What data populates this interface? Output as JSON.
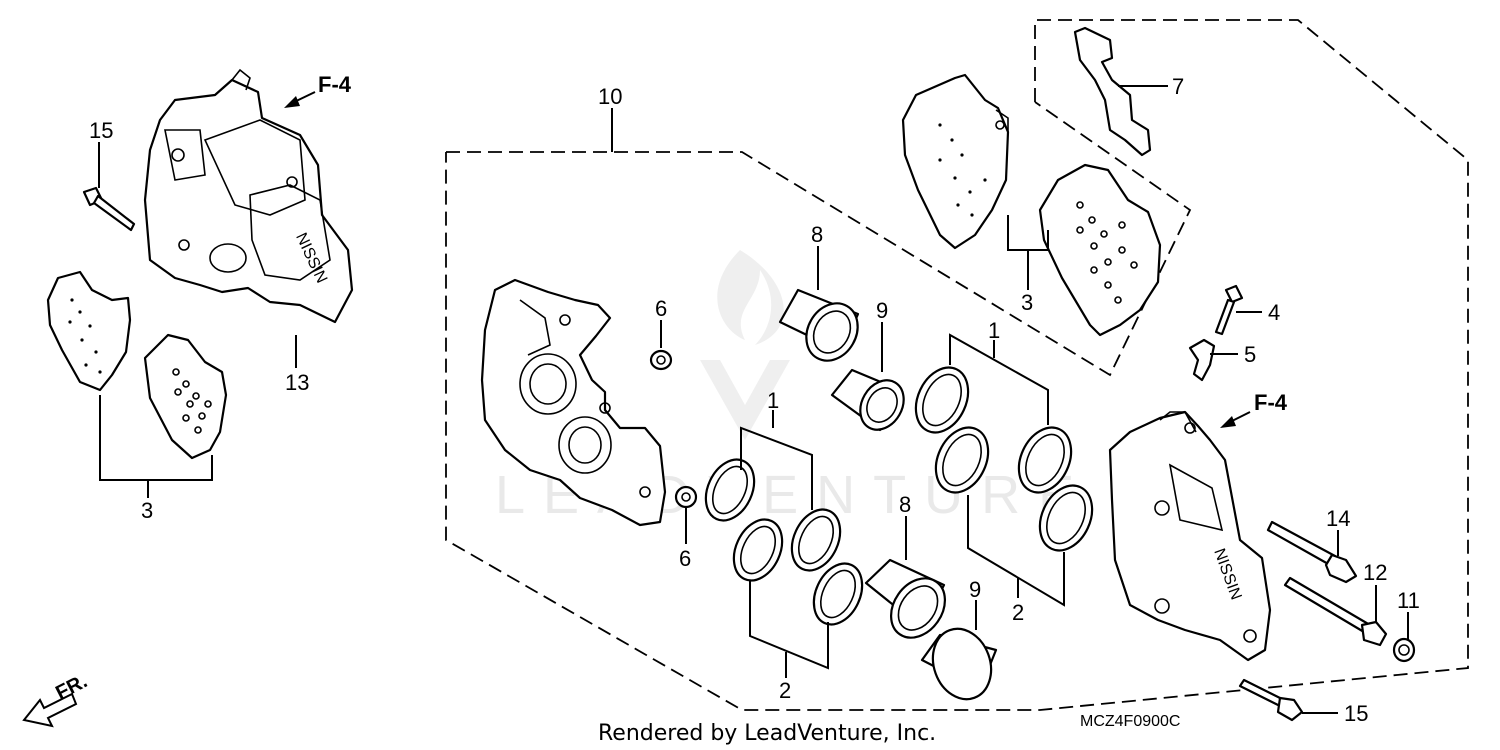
{
  "diagram": {
    "callouts": {
      "n1a": "1",
      "n1b": "1",
      "n2a": "2",
      "n2b": "2",
      "n3a": "3",
      "n3b": "3",
      "n4": "4",
      "n5": "5",
      "n6a": "6",
      "n6b": "6",
      "n7": "7",
      "n8a": "8",
      "n8b": "8",
      "n9a": "9",
      "n9b": "9",
      "n10": "10",
      "n11": "11",
      "n12": "12",
      "n13": "13",
      "n14": "14",
      "n15a": "15",
      "n15b": "15"
    },
    "reference_left": "F-4",
    "reference_right": "F-4",
    "front_indicator": "FR.",
    "diagram_code": "MCZ4F0900C",
    "footer": "Rendered by LeadVenture, Inc.",
    "watermark": "LEADVENTURE",
    "caliper_brand": "NISSIN"
  }
}
